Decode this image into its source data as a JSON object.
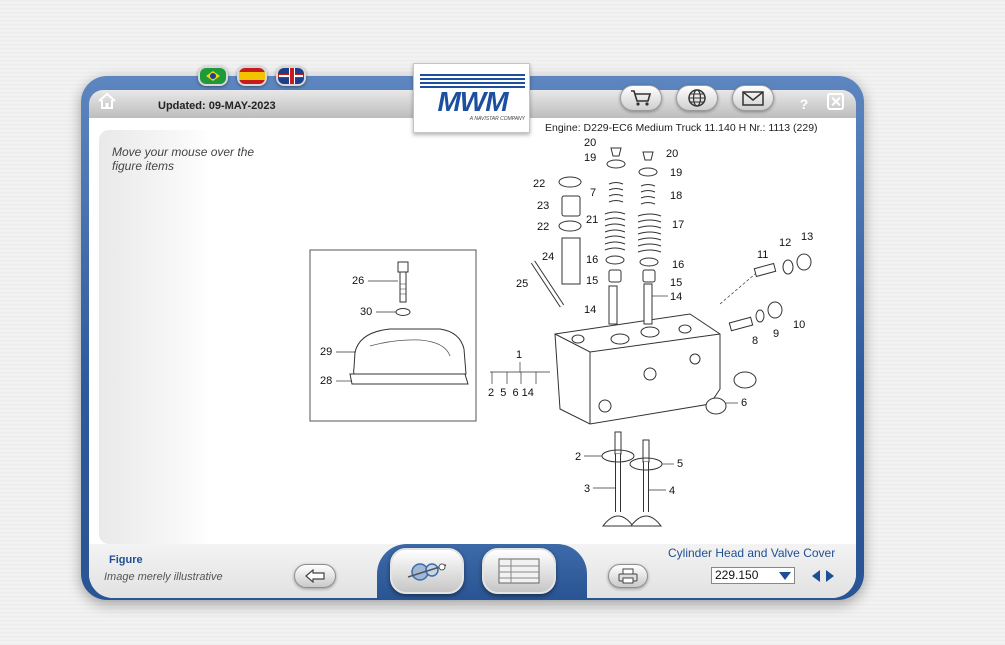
{
  "header": {
    "updated": "Updated: 09-MAY-2023",
    "logo_text": "MWM",
    "logo_sub": "A NAVISTAR COMPANY",
    "engine_info": "Engine: D229-EC6 Medium Truck 11.140 H   Nr.: 1113 (229)",
    "help_label": "?"
  },
  "languages": [
    "Português",
    "Español",
    "English"
  ],
  "toolbar": {
    "cart_icon": "cart-icon",
    "globe_icon": "globe-icon",
    "mail_icon": "mail-icon"
  },
  "figure": {
    "instruction": "Move your mouse over the figure items",
    "callouts": [
      "1",
      "2",
      "3",
      "4",
      "5",
      "6",
      "7",
      "8",
      "9",
      "10",
      "11",
      "12",
      "13",
      "14",
      "15",
      "16",
      "17",
      "18",
      "19",
      "20",
      "21",
      "22",
      "23",
      "24",
      "25",
      "26",
      "28",
      "29",
      "30"
    ],
    "group_label": "2  5  6 14"
  },
  "footer": {
    "figure_label": "Figure",
    "figure_note": "Image merely illustrative",
    "section_title": "Cylinder Head and Valve Cover",
    "selected_code": "229.150"
  },
  "colors": {
    "frame_blue": "#2d5a9c",
    "accent_text": "#1e4f94",
    "logo_blue": "#1c4fa0"
  }
}
